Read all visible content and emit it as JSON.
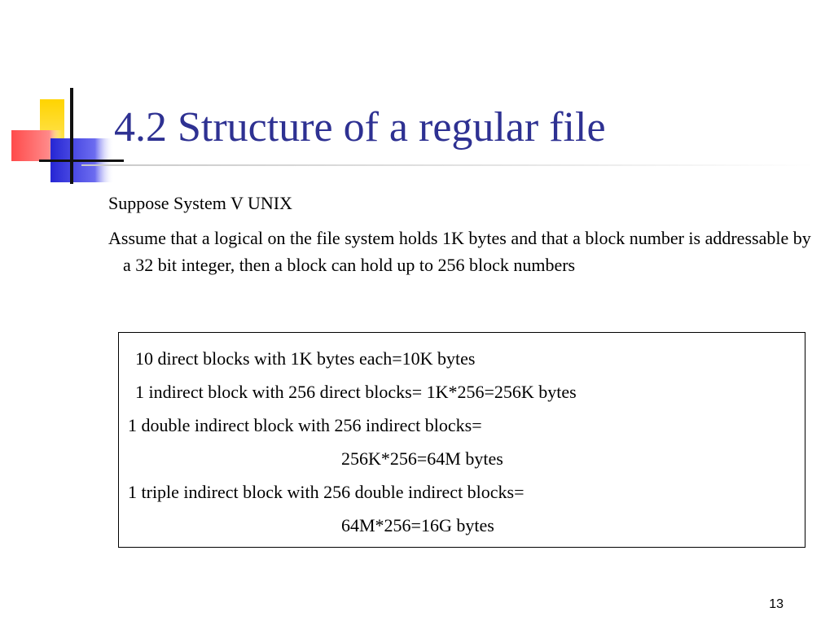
{
  "slide": {
    "title": "4.2 Structure of a regular file",
    "bullets": [
      "Suppose System V UNIX",
      "Assume that a logical on the file system holds 1K bytes and that a block number is addressable by a 32 bit integer, then a block can hold up to 256 block numbers"
    ],
    "box_lines": [
      "10 direct blocks with 1K bytes each=10K bytes",
      "1 indirect block with 256 direct blocks= 1K*256=256K bytes",
      "1 double indirect block with 256 indirect blocks=",
      "256K*256=64M bytes",
      "1 triple indirect block with 256 double indirect blocks=",
      "64M*256=16G bytes"
    ],
    "page_number": "13"
  },
  "theme": {
    "title_color": "#2e3192",
    "logo_yellow": "#ffd200",
    "logo_red": "#ff3c3c",
    "logo_blue": "#2a2ad8"
  }
}
